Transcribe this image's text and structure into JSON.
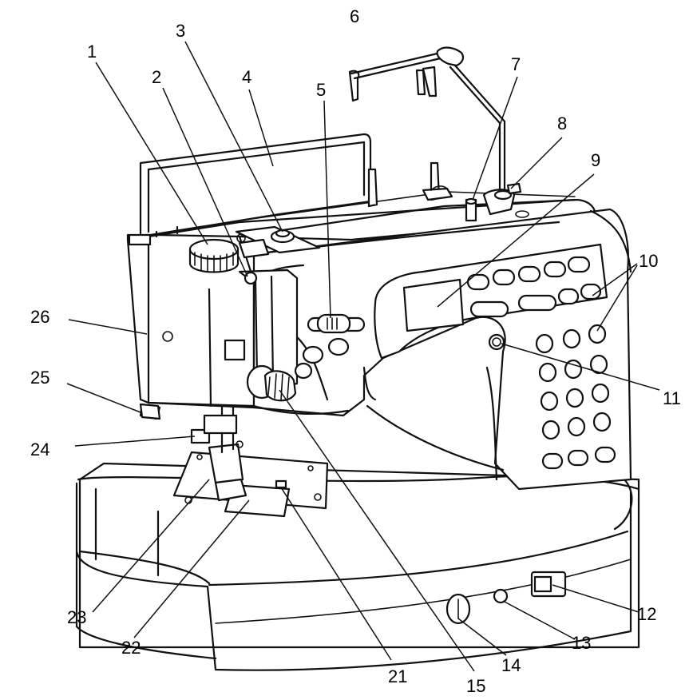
{
  "labels": [
    "1",
    "2",
    "3",
    "4",
    "5",
    "6",
    "7",
    "8",
    "9",
    "10",
    "11",
    "12",
    "13",
    "14",
    "15",
    "21",
    "22",
    "23",
    "24",
    "25",
    "26"
  ]
}
